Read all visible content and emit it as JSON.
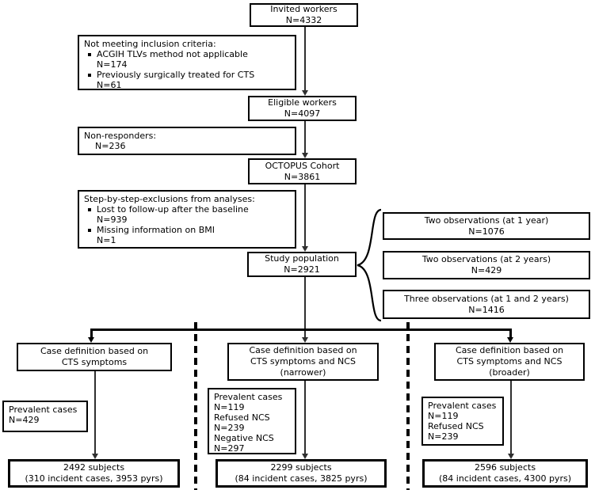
{
  "colors": {
    "background": "#ffffff",
    "box_border": "#000000",
    "connector": "#2f2f2f",
    "dashed_separator": "#000000"
  },
  "flow": {
    "invited": {
      "title": "Invited workers",
      "n": "N=4332"
    },
    "not_meeting": {
      "title": "Not meeting inclusion criteria:",
      "items": [
        {
          "text": "ACGIH TLVs method not applicable",
          "n": "N=174"
        },
        {
          "text": "Previously surgically treated for CTS",
          "n": "N=61"
        }
      ]
    },
    "eligible": {
      "title": "Eligible workers",
      "n": "N=4097"
    },
    "non_responders": {
      "title": "Non-responders:",
      "n": "N=236"
    },
    "octopus": {
      "title": "OCTOPUS Cohort",
      "n": "N=3861"
    },
    "exclusions": {
      "title": "Step-by-step-exclusions from analyses:",
      "items": [
        {
          "text": "Lost to follow-up after the baseline",
          "n": "N=939"
        },
        {
          "text": "Missing information on BMI",
          "n": "N=1"
        }
      ]
    },
    "study_population": {
      "title": "Study population",
      "n": "N=2921"
    },
    "observations": [
      {
        "title": "Two observations (at 1 year)",
        "n": "N=1076"
      },
      {
        "title": "Two observations (at 2 years)",
        "n": "N=429"
      },
      {
        "title": "Three observations (at 1 and 2 years)",
        "n": "N=1416"
      }
    ],
    "branches": [
      {
        "definition": [
          "Case definition based on",
          "CTS symptoms"
        ],
        "excluded": [
          "Prevalent cases",
          "N=429"
        ],
        "result": [
          "2492 subjects",
          "(310 incident cases, 3953 pyrs)"
        ]
      },
      {
        "definition": [
          "Case definition based on",
          "CTS symptoms and NCS",
          "(narrower)"
        ],
        "excluded": [
          "Prevalent cases",
          "N=119",
          "Refused NCS",
          "N=239",
          "Negative NCS",
          "N=297"
        ],
        "result": [
          "2299 subjects",
          "(84 incident cases, 3825 pyrs)"
        ]
      },
      {
        "definition": [
          "Case definition based on",
          "CTS symptoms and NCS",
          "(broader)"
        ],
        "excluded": [
          "Prevalent cases",
          "N=119",
          "Refused NCS",
          "N=239"
        ],
        "result": [
          "2596 subjects",
          "(84 incident cases, 4300 pyrs)"
        ]
      }
    ]
  }
}
